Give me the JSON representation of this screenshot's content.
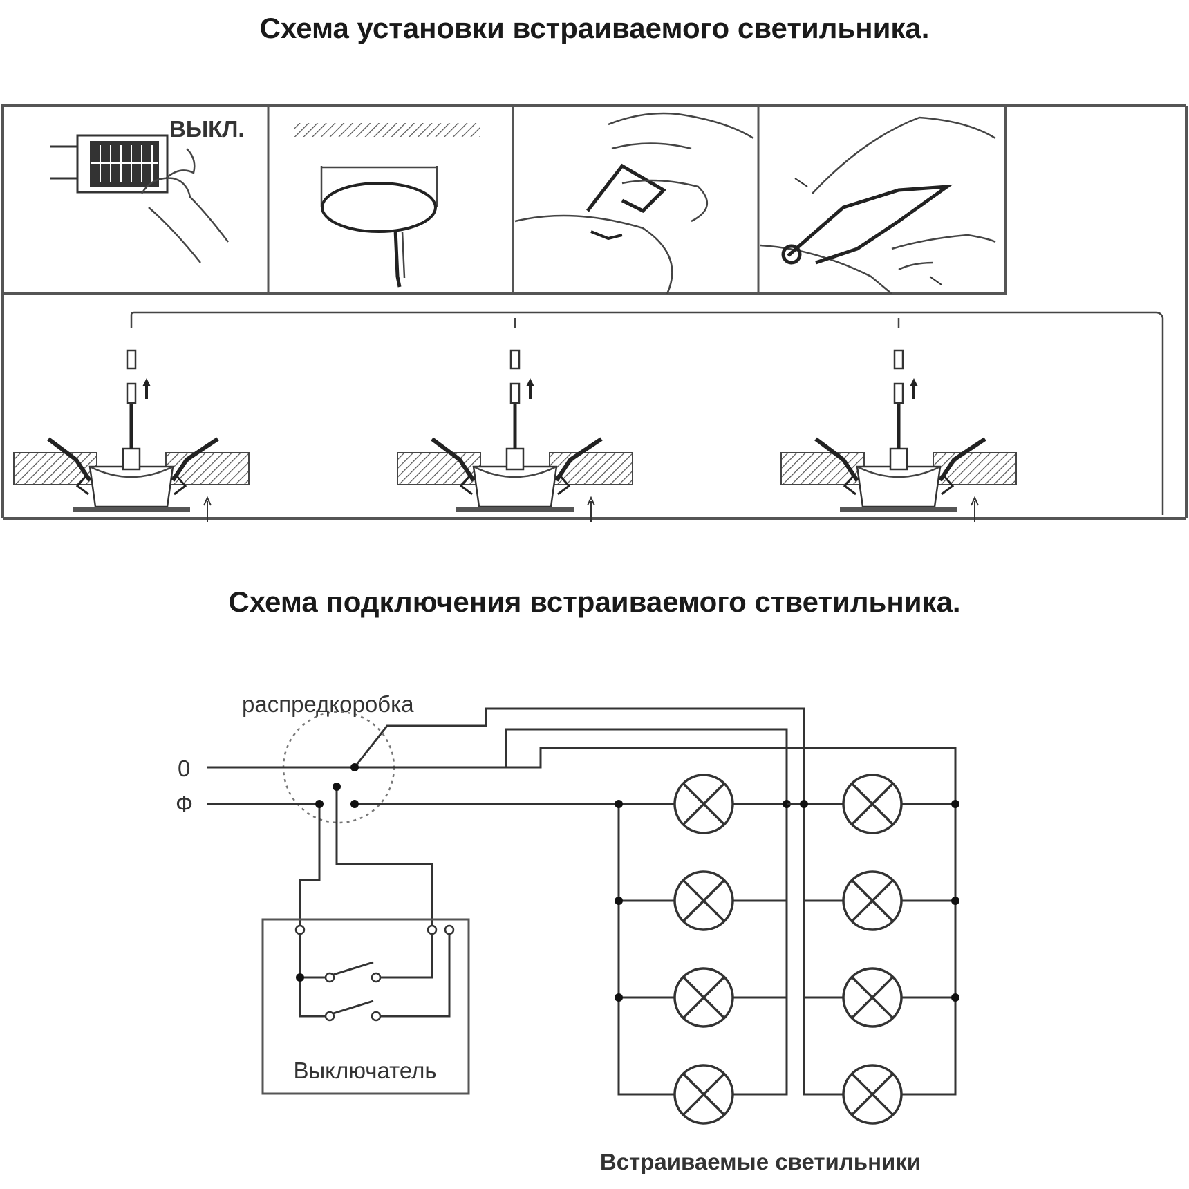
{
  "installation": {
    "title": "Схема установки встраиваемого светильника.",
    "step1_label": "ВЫКЛ."
  },
  "wiring": {
    "title": "Схема подключения встраиваемого стветильника.",
    "junction_box_label": "распредкоробка",
    "neutral_label": "0",
    "phase_label": "Ф",
    "switch_label": "Выключатель",
    "lamps_label": "Встраиваемые светильники"
  },
  "colors": {
    "line": "#333333",
    "hatch": "#555555",
    "background": "#ffffff"
  }
}
